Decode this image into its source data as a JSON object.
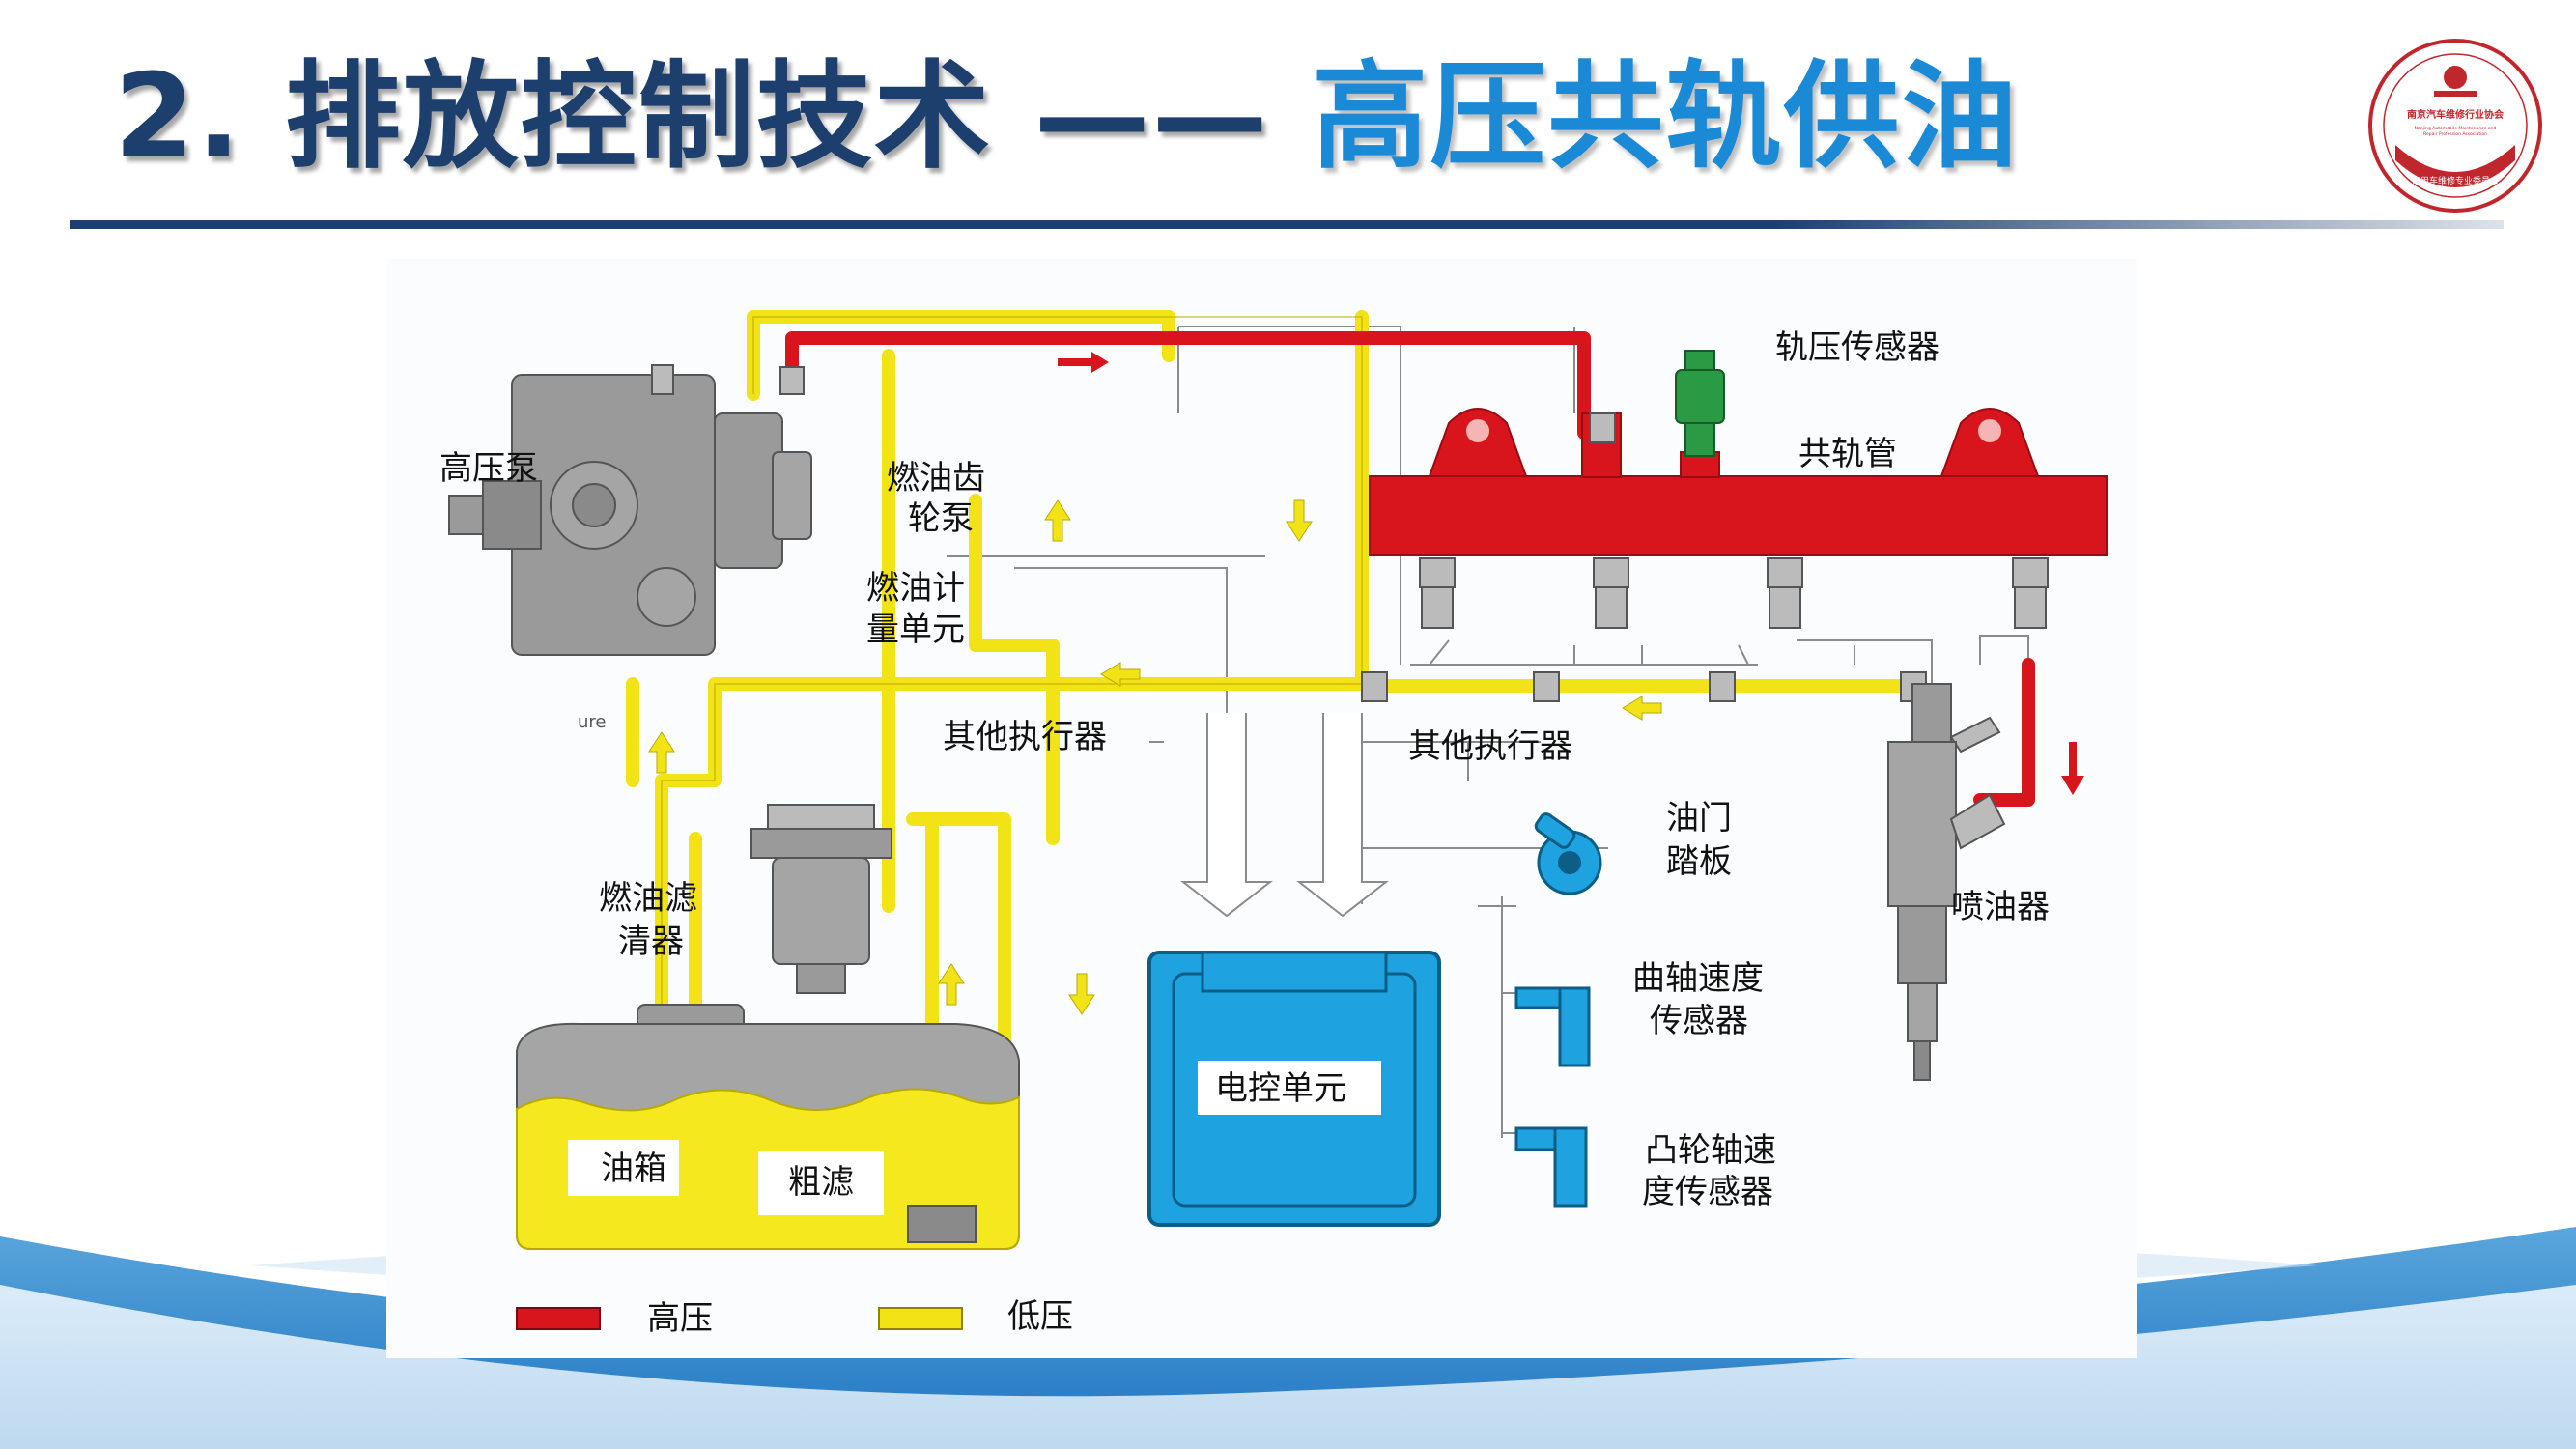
{
  "title": {
    "main": "2. 排放控制技术 ——",
    "accent": "高压共轨供油"
  },
  "logo": {
    "text_cn": "南京汽车维修行业协会",
    "text_en": "Nanjing Automobile Maintenance and Repair Profession Association",
    "text_bottom": "商用车维修专业委员会",
    "color": "#c0272d"
  },
  "diagram": {
    "labels": {
      "high_pressure_pump": "高压泵",
      "gear_pump_line1": "燃油齿",
      "gear_pump_line2": "轮泵",
      "metering_unit_line1": "燃油计",
      "metering_unit_line2": "量单元",
      "other_actuator_left": "其他执行器",
      "other_actuator_right": "其他执行器",
      "rail_pressure_sensor": "轨压传感器",
      "common_rail": "共轨管",
      "fuel_filter_line1": "燃油滤",
      "fuel_filter_line2": "清器",
      "throttle_pedal_line1": "油门",
      "throttle_pedal_line2": "踏板",
      "injector": "喷油器",
      "crank_sensor_line1": "曲轴速度",
      "crank_sensor_line2": "传感器",
      "cam_sensor_line1": "凸轮轴速",
      "cam_sensor_line2": "度传感器",
      "ecu": "电控单元",
      "fuel_tank": "油箱",
      "coarse_filter": "粗滤",
      "partial_text": "ure"
    },
    "legend": [
      {
        "label": "高压",
        "color": "#d8141c"
      },
      {
        "label": "低压",
        "color": "#f2e317"
      }
    ],
    "colors": {
      "high_pressure": "#d8141c",
      "low_pressure": "#f2e317",
      "ecu": "#1ea3e0",
      "sensor": "#1ea3e0",
      "rail_sensor": "#2a9a45",
      "metal": "#9a9a9a"
    }
  }
}
